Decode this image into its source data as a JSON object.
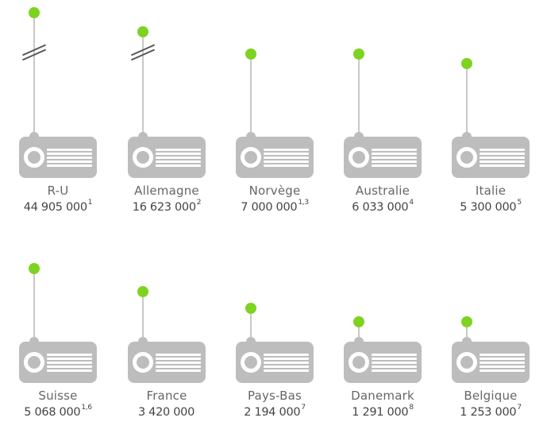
{
  "chart_data": {
    "type": "pictogram",
    "title": "",
    "description": "Radio icons with antenna heights proportional to listener counts; R-U and Allemagne antennas have axis-break marks",
    "accent_color": "#7ed321",
    "icon_color": "#bdbdbd",
    "categories": [
      "R-U",
      "Allemagne",
      "Norvège",
      "Australie",
      "Italie",
      "Suisse",
      "France",
      "Pays-Bas",
      "Danemark",
      "Belgique"
    ],
    "values": [
      44905000,
      16623000,
      7000000,
      6033000,
      5300000,
      5068000,
      3420000,
      2194000,
      1291000,
      1253000
    ],
    "footnotes": [
      "1",
      "2",
      "1,3",
      "4",
      "5",
      "1,6",
      "",
      "7",
      "8",
      "7"
    ],
    "axis_break": [
      true,
      true,
      false,
      false,
      false,
      false,
      false,
      false,
      false,
      false
    ]
  },
  "items": [
    {
      "label": "R-U",
      "value": "44 905 000",
      "note": "1"
    },
    {
      "label": "Allemagne",
      "value": "16 623 000",
      "note": "2"
    },
    {
      "label": "Norvège",
      "value": "7 000 000",
      "note": "1,3"
    },
    {
      "label": "Australie",
      "value": "6 033 000",
      "note": "4"
    },
    {
      "label": "Italie",
      "value": "5 300 000",
      "note": "5"
    },
    {
      "label": "Suisse",
      "value": "5 068 000",
      "note": "1,6"
    },
    {
      "label": "France",
      "value": "3 420 000",
      "note": ""
    },
    {
      "label": "Pays-Bas",
      "value": "2 194 000",
      "note": "7"
    },
    {
      "label": "Danemark",
      "value": "1 291 000",
      "note": "8"
    },
    {
      "label": "Belgique",
      "value": "1 253 000",
      "note": "7"
    }
  ]
}
